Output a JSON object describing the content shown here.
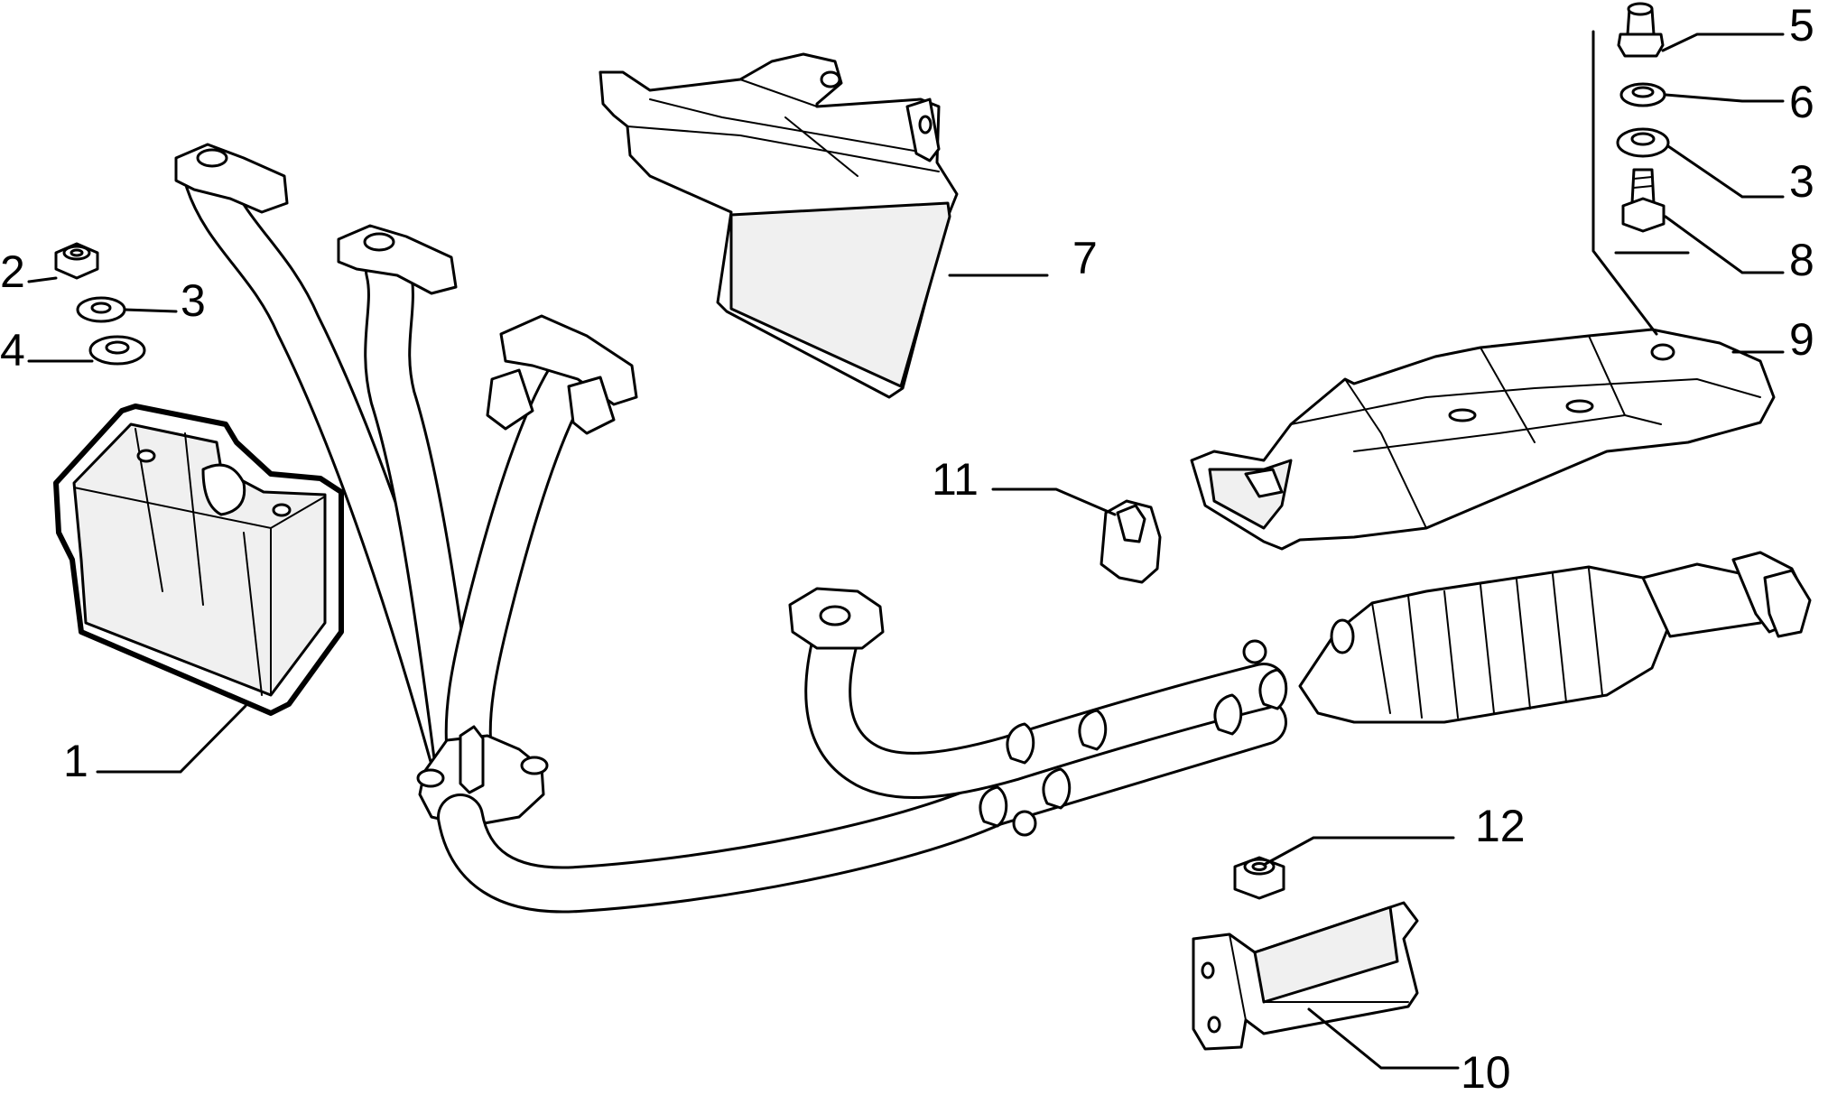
{
  "callouts": [
    {
      "id": "1",
      "label": "1"
    },
    {
      "id": "2",
      "label": "2"
    },
    {
      "id": "3a",
      "label": "3"
    },
    {
      "id": "4",
      "label": "4"
    },
    {
      "id": "5",
      "label": "5"
    },
    {
      "id": "6",
      "label": "6"
    },
    {
      "id": "3b",
      "label": "3"
    },
    {
      "id": "8",
      "label": "8"
    },
    {
      "id": "9",
      "label": "9"
    },
    {
      "id": "7",
      "label": "7"
    },
    {
      "id": "11",
      "label": "11"
    },
    {
      "id": "12",
      "label": "12"
    },
    {
      "id": "10",
      "label": "10"
    }
  ],
  "colors": {
    "line": "#000000",
    "background": "#ffffff"
  }
}
